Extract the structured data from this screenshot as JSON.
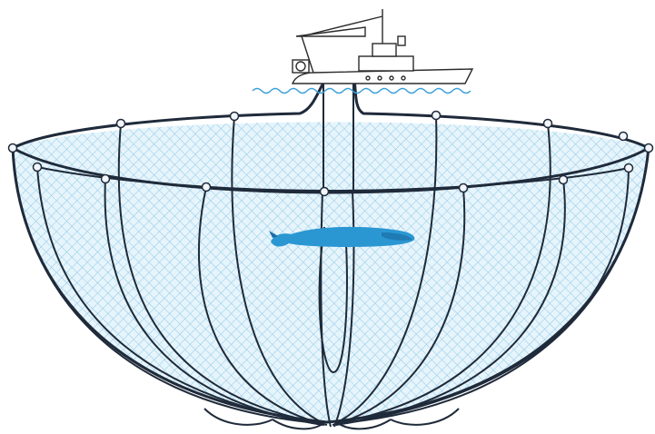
{
  "figure": {
    "subject": "purse-seine-net",
    "elements": [
      "fishing-boat",
      "water-surface",
      "net-rim",
      "net-mesh",
      "net-ribs",
      "purse-line",
      "whale"
    ]
  },
  "colors": {
    "line": "#1f2a3a",
    "mesh": "#8ec9e8",
    "mesh_fill": "#e6f4fb",
    "water": "#3aa0d8",
    "whale": "#2a97d3",
    "whale_dark": "#1b6fa6",
    "boat": "#2b2b2b",
    "float": "#f2f6fa",
    "background": "#ffffff"
  }
}
